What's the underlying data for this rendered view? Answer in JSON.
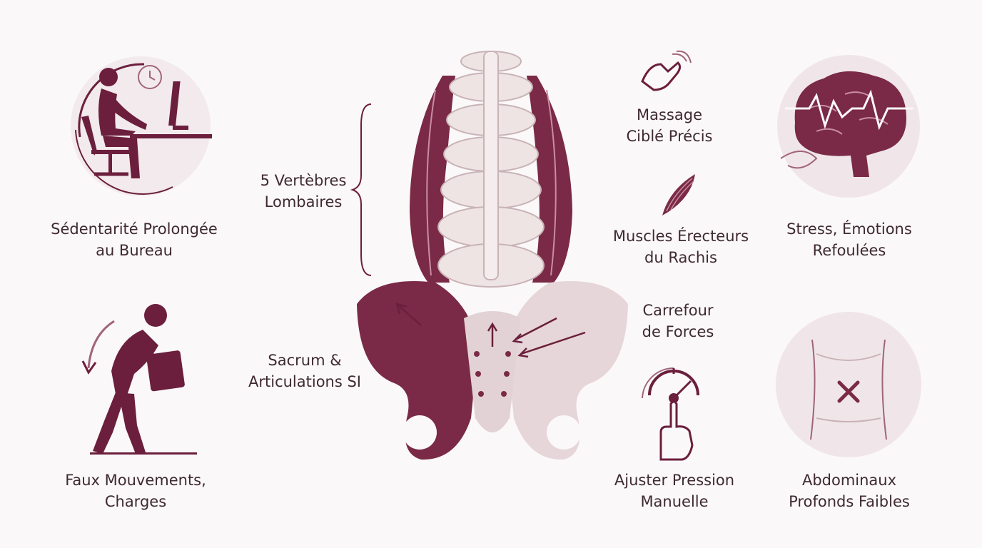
{
  "palette": {
    "plum": "#6b1f3c",
    "plum_light": "#a06478",
    "bone": "#efe4e4",
    "bone_shadow": "#c9b3b6",
    "circle_bg": "#f0e6e9",
    "text": "#3e2a30"
  },
  "left_top": {
    "icon": "person-at-desk-icon",
    "line1": "Sédentarité Prolongée",
    "line2": "au Bureau"
  },
  "left_bottom": {
    "icon": "person-lifting-box-icon",
    "line1": "Faux Mouvements,",
    "line2": "Charges"
  },
  "anatomy_labels": {
    "vertebrae": {
      "line1": "5 Vertèbres",
      "line2": "Lombaires"
    },
    "sacrum": {
      "line1": "Sacrum &",
      "line2": "Articulations SI"
    }
  },
  "mid_right": {
    "massage": {
      "icon": "hand-massage-icon",
      "line1": "Massage",
      "line2": "Ciblé Précis"
    },
    "muscles": {
      "icon": "muscle-fiber-icon",
      "line1": "Muscles Érecteurs",
      "line2": "du Rachis"
    },
    "forces": {
      "line1": "Carrefour",
      "line2": "de Forces"
    },
    "pressure": {
      "icon": "pressure-dial-hand-icon",
      "line1": "Ajuster Pression",
      "line2": "Manuelle"
    }
  },
  "right_top": {
    "icon": "brain-stress-icon",
    "line1": "Stress, Émotions",
    "line2": "Refoulées"
  },
  "right_bottom": {
    "icon": "weak-abdomen-icon",
    "line1": "Abdominaux",
    "line2": "Profonds Faibles"
  }
}
